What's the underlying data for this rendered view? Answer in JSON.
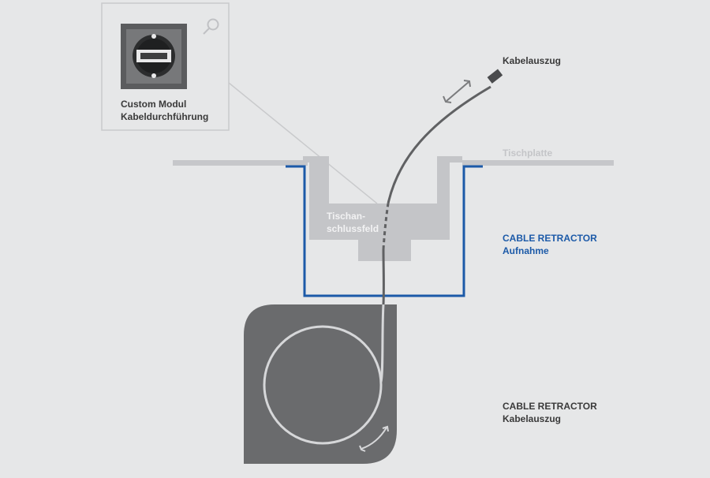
{
  "callout": {
    "line1": "Custom Modul",
    "line2": "Kabeldurchführung",
    "icon": "magnifier-icon"
  },
  "labels": {
    "cable_pull": "Kabelauszug",
    "table_top": "Tischplatte",
    "panel_line1": "Tischan-",
    "panel_line2": "schlussfeld",
    "receptacle_line1": "CABLE RETRACTOR",
    "receptacle_line2": "Aufnahme",
    "retractor_line1": "CABLE RETRACTOR",
    "retractor_line2": "Kabelauszug"
  },
  "colors": {
    "background": "#e6e7e8",
    "accent_blue": "#1c5aa8",
    "light_gray": "#c4c5c8",
    "dark_gray": "#6a6b6d",
    "cable": "#606163",
    "text": "#3a3a3a"
  }
}
